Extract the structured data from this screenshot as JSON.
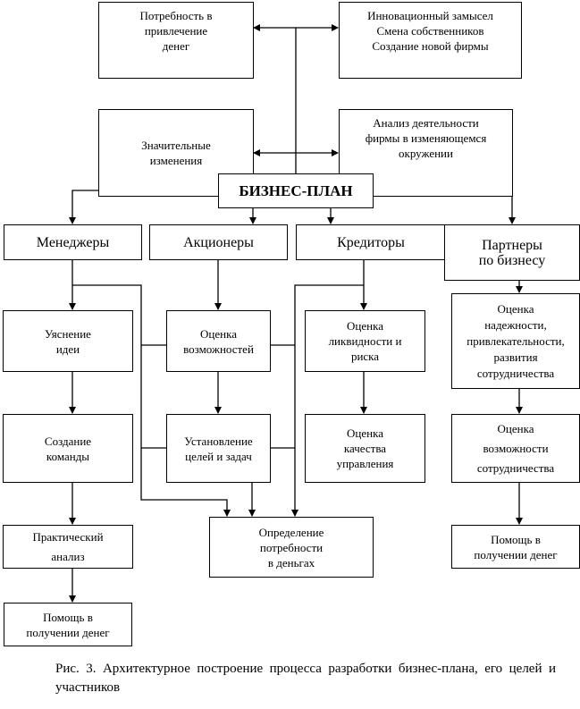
{
  "top": {
    "need_money": "Потребность в\nпривлечение\nденег",
    "innovation": "Инновационный замысел\nСмена собственников\nСоздание новой фирмы",
    "changes": "Значительные\nизменения",
    "analysis": "Анализ деятельности\nфирмы в изменяющемся\nокружении"
  },
  "business_plan": "БИЗНЕС-ПЛАН",
  "participants": {
    "managers": "Менеджеры",
    "shareholders": "Акционеры",
    "creditors": "Кредиторы",
    "partners": "Партнеры\nпо бизнесу"
  },
  "steps": {
    "clarify_idea": "Уяснение\nидеи",
    "create_team": "Создание\nкоманды",
    "practical_analysis": "Практический\nанализ",
    "help_money_managers": "Помощь в\nполучении денег",
    "eval_opportunities": "Оценка\nвозможностей",
    "set_goals": "Установление\nцелей и задач",
    "eval_liquidity": "Оценка\nликвидности и\nриска",
    "eval_quality": "Оценка\nкачества\nуправления",
    "eval_reliability": "Оценка\nнадежности,\nпривлекательности,\nразвития\nсотрудничества",
    "eval_cooperation": "Оценка\nвозможности\nсотрудничества",
    "help_money_partners": "Помощь в\nполучении денег",
    "need_money_def": "Определение\nпотребности\nв деньгах"
  },
  "caption": "Рис. 3. Архитектурное построение процесса разработки бизнес-плана, его целей и участников"
}
